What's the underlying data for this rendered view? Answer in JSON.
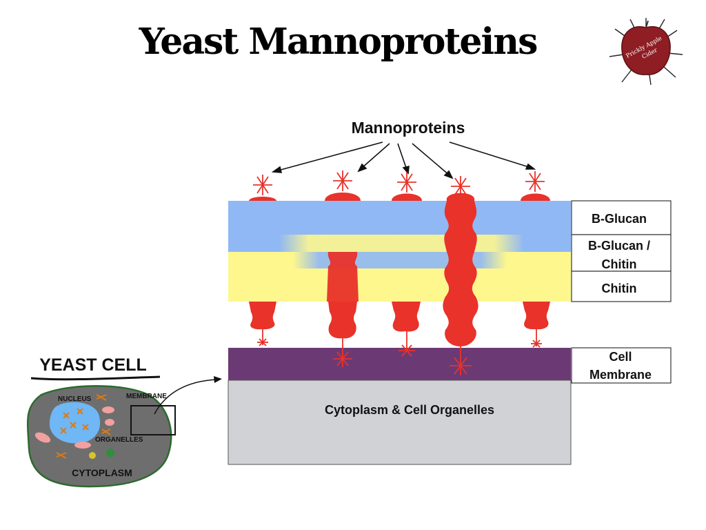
{
  "slide": {
    "title": "Yeast Mannoproteins"
  },
  "logo": {
    "line1": "Prickly Apple",
    "line2": "Cider"
  },
  "diagram": {
    "mannoproteins_label": "Mannoproteins",
    "layers": {
      "b_glucan": "B-Glucan",
      "b_glucan_chitin_1": "B-Glucan /",
      "b_glucan_chitin_2": "Chitin",
      "chitin": "Chitin",
      "cell_membrane_1": "Cell",
      "cell_membrane_2": "Membrane",
      "cytoplasm": "Cytoplasm & Cell Organelles"
    },
    "colors": {
      "b_glucan": "#8fb8f5",
      "chitin": "#fdf78e",
      "membrane": "#6b3a75",
      "cytoplasm": "#d1d2d6",
      "protein": "#e8322a"
    }
  },
  "yeast_cell": {
    "title": "YEAST CELL",
    "nucleus": "NUCLEUS",
    "membrane": "MEMBRANE",
    "organelles": "ORGANELLES",
    "cytoplasm": "CYTOPLASM"
  }
}
